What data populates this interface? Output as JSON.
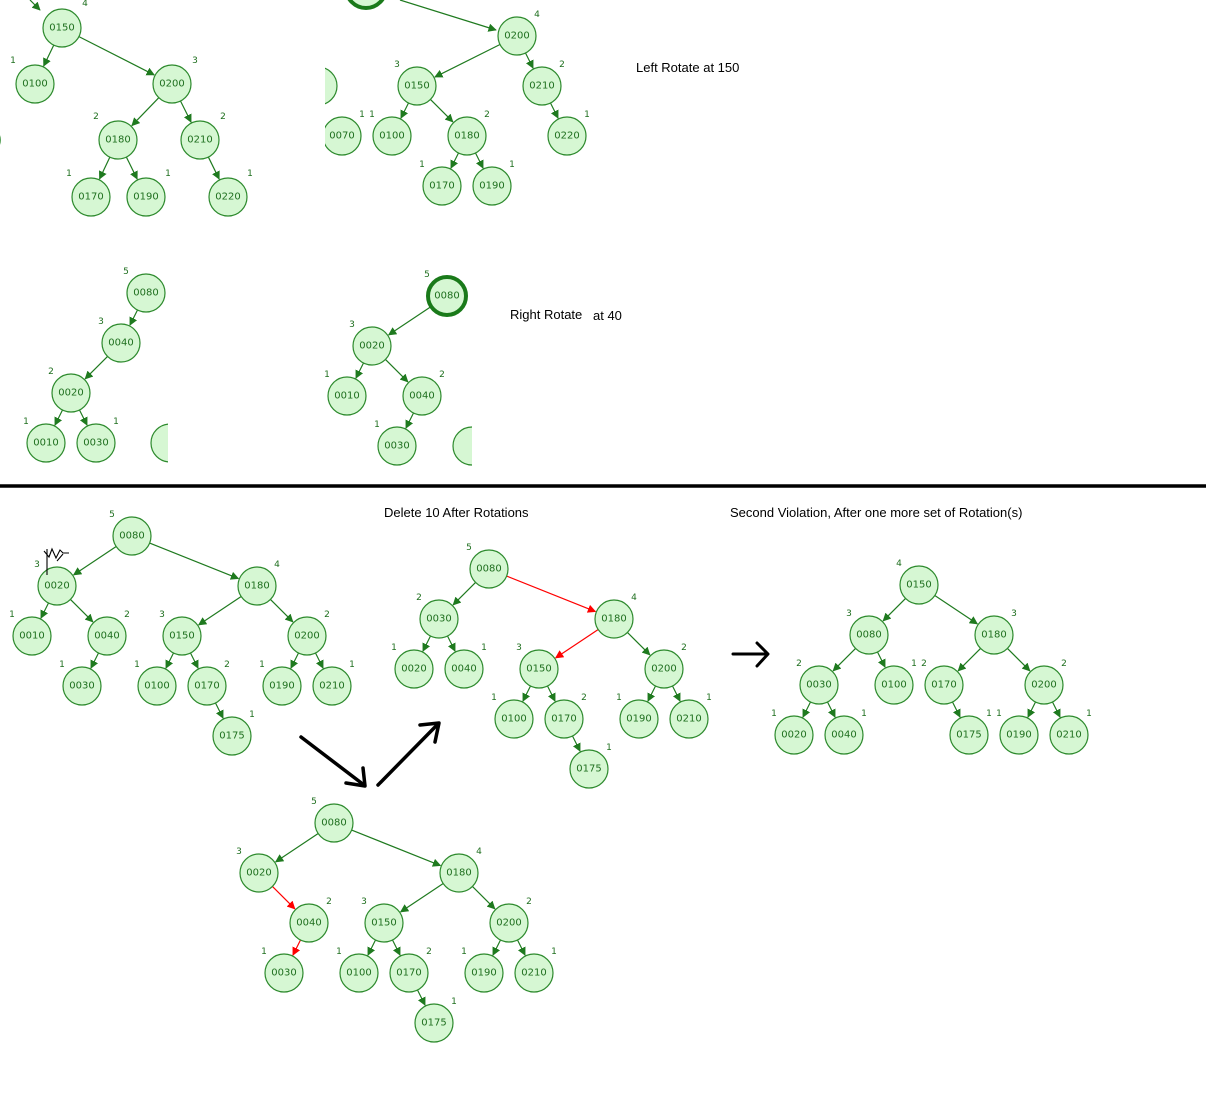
{
  "captions": {
    "left_rotate": "Left Rotate at 150",
    "right_rotate": "Right Rotate",
    "right_rotate_at": "at 40",
    "delete_after": "Delete 10  After Rotations",
    "second_violation": "Second Violation, After one more set of Rotation(s)"
  },
  "colors": {
    "node_fill": "#d6f7d3",
    "node_stroke": "#2d8a2d",
    "edge": "#1f7a1f",
    "edge_highlight": "#ff0000",
    "divider": "#000000"
  },
  "trees": {
    "tree1": {
      "nodes": [
        {
          "id": "0150",
          "h": "4"
        },
        {
          "id": "0100",
          "h": "1"
        },
        {
          "id": "0200",
          "h": "3"
        },
        {
          "id": "0180",
          "h": "2"
        },
        {
          "id": "0210",
          "h": "2"
        },
        {
          "id": "0170",
          "h": "1"
        },
        {
          "id": "0190",
          "h": "1"
        },
        {
          "id": "0220",
          "h": "1"
        }
      ]
    },
    "tree2": {
      "nodes": [
        {
          "id": "0200",
          "h": "4"
        },
        {
          "id": "0150",
          "h": "3"
        },
        {
          "id": "0210",
          "h": "2"
        },
        {
          "id": "0070",
          "h": "1"
        },
        {
          "id": "0100",
          "h": "1"
        },
        {
          "id": "0180",
          "h": "2"
        },
        {
          "id": "0220",
          "h": "1"
        },
        {
          "id": "0170",
          "h": "1"
        },
        {
          "id": "0190",
          "h": "1"
        }
      ]
    },
    "tree3": {
      "nodes": [
        {
          "id": "0080",
          "h": "5"
        },
        {
          "id": "0040",
          "h": "3"
        },
        {
          "id": "0020",
          "h": "2"
        },
        {
          "id": "0010",
          "h": "1"
        },
        {
          "id": "0030",
          "h": "1"
        }
      ]
    },
    "tree4": {
      "nodes": [
        {
          "id": "0080",
          "h": "5"
        },
        {
          "id": "0020",
          "h": "3"
        },
        {
          "id": "0010",
          "h": "1"
        },
        {
          "id": "0040",
          "h": "2"
        },
        {
          "id": "0030",
          "h": "1"
        }
      ]
    },
    "tree5": {
      "nodes": [
        {
          "id": "0080",
          "h": "5"
        },
        {
          "id": "0020",
          "h": "3"
        },
        {
          "id": "0180",
          "h": "4"
        },
        {
          "id": "0010",
          "h": "1"
        },
        {
          "id": "0040",
          "h": "2"
        },
        {
          "id": "0150",
          "h": "3"
        },
        {
          "id": "0200",
          "h": "2"
        },
        {
          "id": "0030",
          "h": "1"
        },
        {
          "id": "0100",
          "h": "1"
        },
        {
          "id": "0170",
          "h": "2"
        },
        {
          "id": "0190",
          "h": "1"
        },
        {
          "id": "0210",
          "h": "1"
        },
        {
          "id": "0175",
          "h": "1"
        }
      ]
    },
    "tree6": {
      "nodes": [
        {
          "id": "0080",
          "h": "5"
        },
        {
          "id": "0020",
          "h": "3"
        },
        {
          "id": "0180",
          "h": "4"
        },
        {
          "id": "0040",
          "h": "2"
        },
        {
          "id": "0150",
          "h": "3"
        },
        {
          "id": "0200",
          "h": "2"
        },
        {
          "id": "0030",
          "h": "1"
        },
        {
          "id": "0100",
          "h": "1"
        },
        {
          "id": "0170",
          "h": "2"
        },
        {
          "id": "0190",
          "h": "1"
        },
        {
          "id": "0210",
          "h": "1"
        },
        {
          "id": "0175",
          "h": "1"
        }
      ]
    },
    "tree7": {
      "nodes": [
        {
          "id": "0080",
          "h": "5"
        },
        {
          "id": "0030",
          "h": "2"
        },
        {
          "id": "0180",
          "h": "4"
        },
        {
          "id": "0020",
          "h": "1"
        },
        {
          "id": "0040",
          "h": "1"
        },
        {
          "id": "0150",
          "h": "3"
        },
        {
          "id": "0200",
          "h": "2"
        },
        {
          "id": "0100",
          "h": "1"
        },
        {
          "id": "0170",
          "h": "2"
        },
        {
          "id": "0190",
          "h": "1"
        },
        {
          "id": "0210",
          "h": "1"
        },
        {
          "id": "0175",
          "h": "1"
        }
      ]
    },
    "tree8": {
      "nodes": [
        {
          "id": "0150",
          "h": "4"
        },
        {
          "id": "0080",
          "h": "3"
        },
        {
          "id": "0180",
          "h": "3"
        },
        {
          "id": "0030",
          "h": "2"
        },
        {
          "id": "0100",
          "h": "1"
        },
        {
          "id": "0170",
          "h": "2"
        },
        {
          "id": "0200",
          "h": "2"
        },
        {
          "id": "0020",
          "h": "1"
        },
        {
          "id": "0040",
          "h": "1"
        },
        {
          "id": "0175",
          "h": "1"
        },
        {
          "id": "0190",
          "h": "1"
        },
        {
          "id": "0210",
          "h": "1"
        }
      ]
    }
  }
}
